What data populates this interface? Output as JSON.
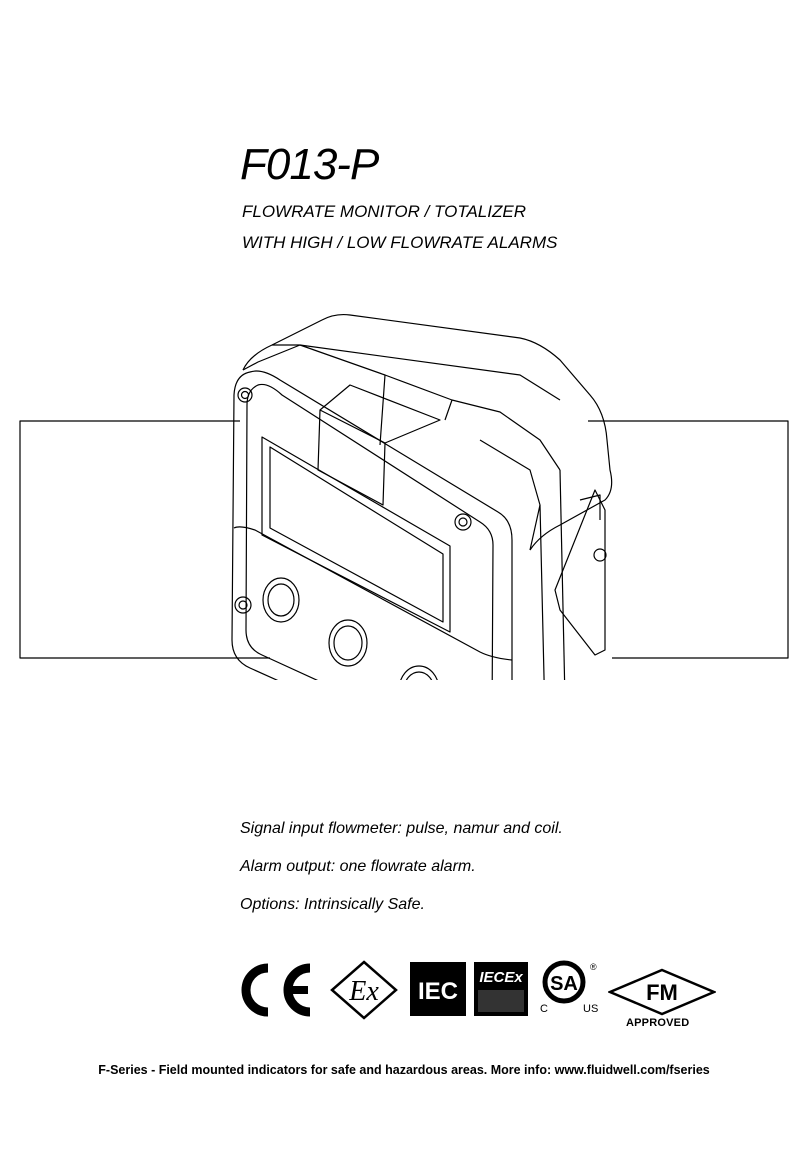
{
  "document": {
    "title": "F013-P",
    "subtitle_line1": "FLOWRATE MONITOR / TOTALIZER",
    "subtitle_line2": "WITH HIGH / LOW FLOWRATE ALARMS",
    "features": [
      "Signal input flowmeter: pulse, namur and coil.",
      "Alarm output: one flowrate alarm.",
      "Options: Intrinsically Safe."
    ],
    "footer": "F-Series - Field mounted indicators for safe and hazardous areas. More info: www.fluidwell.com/fseries"
  },
  "certifications": {
    "ce": "CE",
    "ex": "Ex",
    "iec": "IEC",
    "iecex": "IECEx",
    "csa": "SA",
    "csa_c": "C",
    "csa_us": "US",
    "fm": "FM",
    "fm_approved": "APPROVED"
  },
  "icons": [
    "ce-mark-icon",
    "ex-mark-icon",
    "iec-logo-icon",
    "iecex-logo-icon",
    "csa-logo-icon",
    "fm-approved-icon"
  ]
}
